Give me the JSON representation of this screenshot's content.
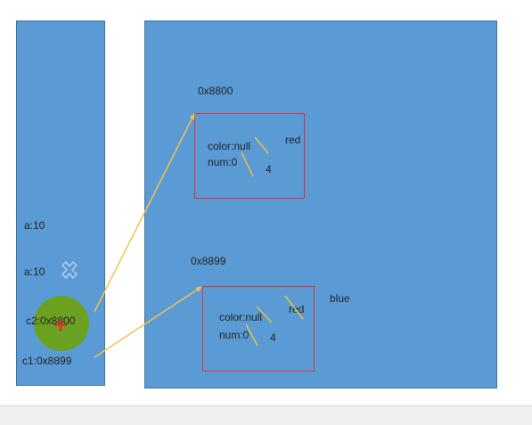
{
  "stack": {
    "var_a": "a:10",
    "var_a_dup": "a:10",
    "c2_ref": "c2:0x8800",
    "c1_ref": "c1:0x8899"
  },
  "heap": {
    "obj1": {
      "address": "0x8800",
      "color_field": "color:null",
      "color_new": "red",
      "num_field": "num:0",
      "num_new": "4"
    },
    "obj2": {
      "address": "0x8899",
      "color_field": "color:null",
      "color_new_1": "red",
      "color_new_2": "blue",
      "num_field": "num:0",
      "num_new": "4"
    }
  },
  "colors": {
    "panel": "#5b9bd5",
    "arrow": "#f2c14e",
    "object_border": "#e03030",
    "highlight_circle": "#6aa121",
    "cursor": "#e03030"
  }
}
